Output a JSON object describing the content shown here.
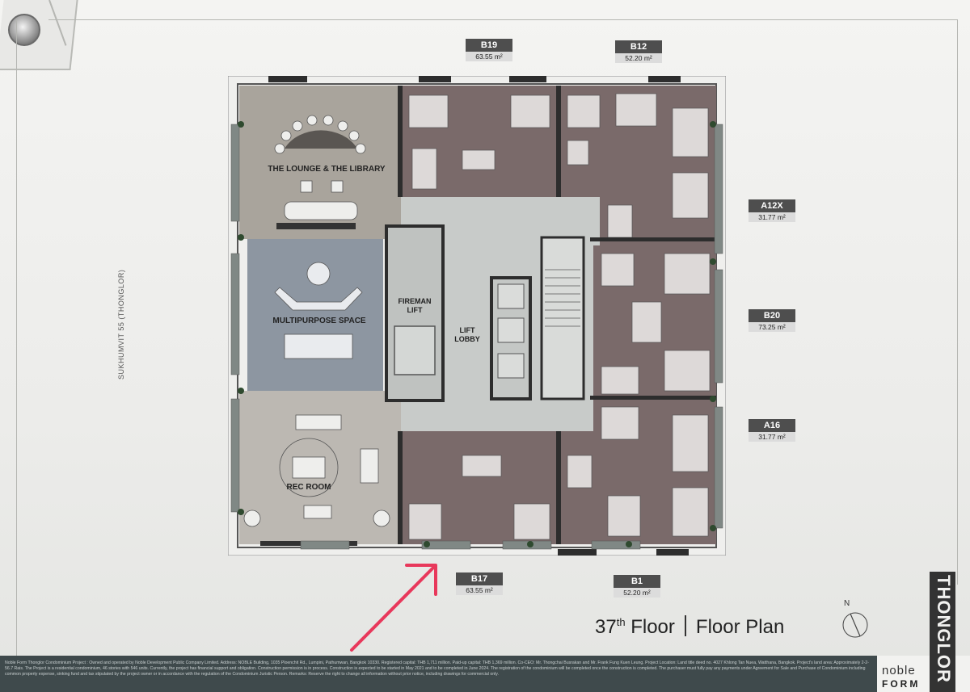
{
  "road_label": "SUKHUMVIT 55 (THONGLOR)",
  "rooms": {
    "lounge": "THE LOUNGE & THE LIBRARY",
    "multipurpose": "MULTIPURPOSE SPACE",
    "rec_room": "REC ROOM",
    "fireman_lift_line1": "FIREMAN",
    "fireman_lift_line2": "LIFT",
    "lift_lobby_line1": "LIFT",
    "lift_lobby_line2": "LOBBY"
  },
  "units": [
    {
      "code": "B19",
      "area": "63.55 m²"
    },
    {
      "code": "B12",
      "area": "52.20 m²"
    },
    {
      "code": "A12X",
      "area": "31.77 m²"
    },
    {
      "code": "B20",
      "area": "73.25 m²"
    },
    {
      "code": "A16",
      "area": "31.77 m²"
    },
    {
      "code": "B17",
      "area": "63.55 m²"
    },
    {
      "code": "B1",
      "area": "52.20 m²"
    }
  ],
  "title": {
    "floor_number": "37",
    "floor_suffix": "th",
    "floor_word": "Floor",
    "subtitle": "Floor Plan"
  },
  "compass_label": "N",
  "disclaimer": "Noble Form Thonglor Condominium Project : Owned and operated by Noble Development Public Company Limited. Address: NOBLE Building, 1035 Ploenchit Rd., Lumpini, Pathumwan, Bangkok 10330. Registered capital: THB 1,711 million. Paid-up capital: THB 1,369 million. Co-CEO: Mr. Thongchai Busrakan and Mr. Frank Fung Kuen Leung. Project Location: Land title deed no. 4027 Khlong Tan Nuea, Watthana, Bangkok. Project's land area: Approximately 2-2-56.7 Rais. The Project is a residential condominium, 46 stories with 546 units. Currently, the project has financial support and obligation. Construction permission is in process. Construction is expected to be started in May 2021 and to be completed in June 2024. The registration of the condominium will be completed once the construction is completed. The purchaser must fully pay any payments under Agreement for Sale and Purchase of Condominium including common property expense, sinking fund and tax stipulated by the project owner or in accordance with the regulation of the Condominium Juristic Person. Remarks: Reserve the right to change all information without prior notice, including drawings for commercial only.",
  "brand": {
    "noble": "noble",
    "form": "FORM",
    "vertical": "THONGLOR"
  },
  "colors": {
    "lounge_fill": "#a9a49c",
    "multipurpose_fill": "#8d96a1",
    "rec_fill": "#bcb8b2",
    "unit_fill": "#7a6a6a",
    "unit_light": "#ddd9d8",
    "corridor": "#c8cbc9",
    "wall": "#2d2d2d",
    "arrow": "#e8385b"
  }
}
